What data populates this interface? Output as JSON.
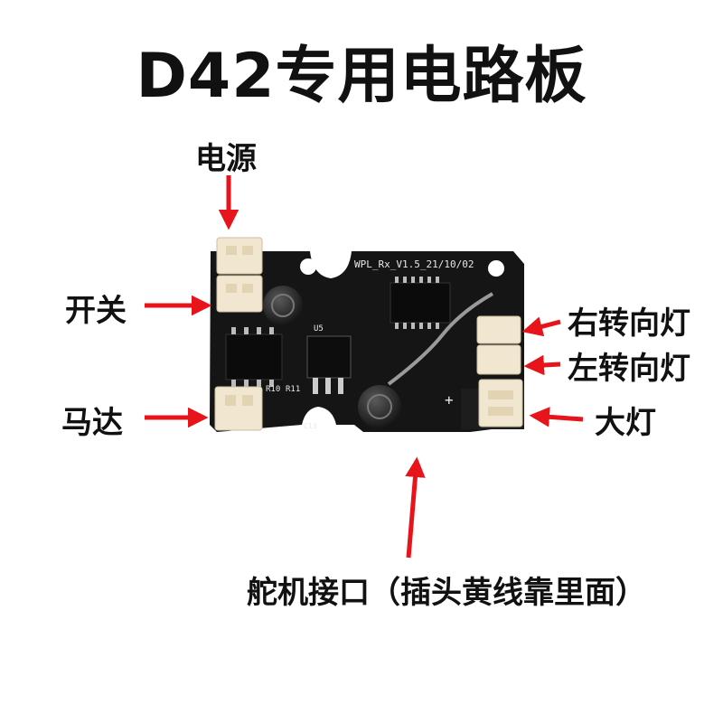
{
  "title": "D42专用电路板",
  "labels": {
    "power": "电源",
    "switch": "开关",
    "motor": "马达",
    "right_turn_light": "右转向灯",
    "left_turn_light": "左转向灯",
    "headlight": "大灯",
    "servo_port": "舵机接口（插头黄线靠里面）"
  },
  "board_silkscreen": {
    "version": "WPL_Rx_V1.5_21/10/02",
    "r10": "R10",
    "r11": "R11",
    "u5": "U5",
    "c13": "C13",
    "plus": "+"
  },
  "colors": {
    "arrow": "#e8141b",
    "pcb": "#141414",
    "connector": "#f1e6cf"
  }
}
